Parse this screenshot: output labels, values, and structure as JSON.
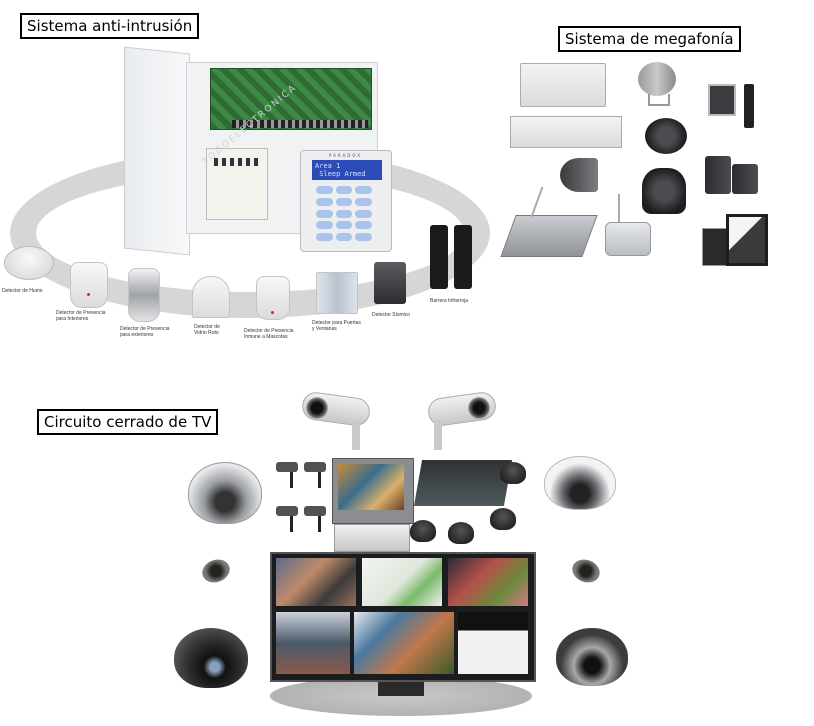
{
  "sections": {
    "intrusion": {
      "title": "Sistema anti-intrusión",
      "keypad": {
        "brand": "PARADOX",
        "lcd_line1": "Area 1",
        "lcd_line2": " Sleep Armed"
      },
      "watermark": "TODOELECTRONICA",
      "devices": [
        {
          "label": "Detector de Humo"
        },
        {
          "label": "Detector de Presencia\npara Interiores"
        },
        {
          "label": "Detector de Presencia\npara exteriores"
        },
        {
          "label": "Detector de\nVidrio Roto"
        },
        {
          "label": "Detector de Presencia\nInmune a Mascotas"
        },
        {
          "label": "Detector para Puertas\ny Ventanas"
        },
        {
          "label": "Detector Sísmico"
        },
        {
          "label": "Barrera Infrarroja"
        }
      ]
    },
    "megafonia": {
      "title": "Sistema de megafonía",
      "items": [
        "amplifier",
        "rack-amplifier",
        "projector-speaker",
        "ceiling-speaker",
        "pendant-speaker",
        "horn-speaker",
        "paging-console",
        "desk-microphone",
        "intercom-panel",
        "wall-speakers",
        "touch-panel"
      ]
    },
    "cctv": {
      "title": "Circuito cerrado de TV",
      "items": [
        "bullet-camera",
        "dome-camera",
        "mini-cameras",
        "crt-monitor",
        "dvr",
        "video-switcher",
        "mini-domes",
        "video-wall-monitor"
      ]
    }
  },
  "colors": {
    "title_border": "#000000",
    "lcd_blue": "#2b4bb8",
    "key_blue": "#a9c3ec",
    "ring_grey": "#d6d6d6",
    "pcb_green": "#2f6b35"
  }
}
